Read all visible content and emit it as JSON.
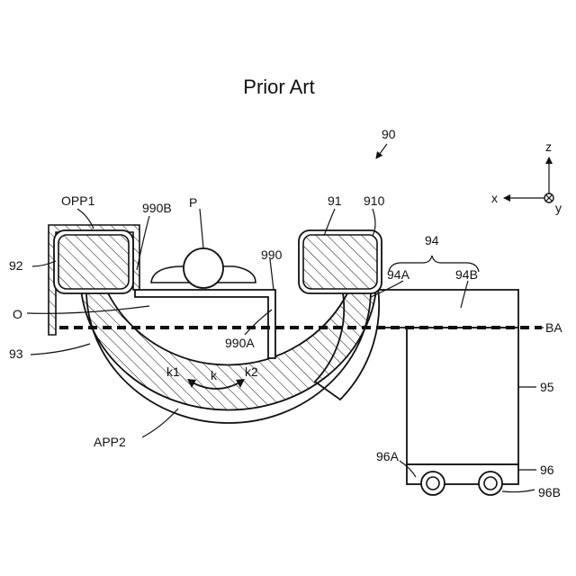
{
  "title": "Prior Art",
  "labels": {
    "fig_ref": "90",
    "axis_z": "z",
    "axis_x": "x",
    "axis_y": "y",
    "opp1": "OPP1",
    "r990b": "990B",
    "p": "P",
    "r91": "91",
    "r910": "910",
    "r94": "94",
    "r990": "990",
    "r94a": "94A",
    "r94b": "94B",
    "r92": "92",
    "o": "O",
    "ba": "BA",
    "r990a": "990A",
    "r93": "93",
    "k1": "k1",
    "k": "k",
    "k2": "k2",
    "r95": "95",
    "app2": "APP2",
    "r96a": "96A",
    "r96": "96",
    "r96b": "96B"
  }
}
